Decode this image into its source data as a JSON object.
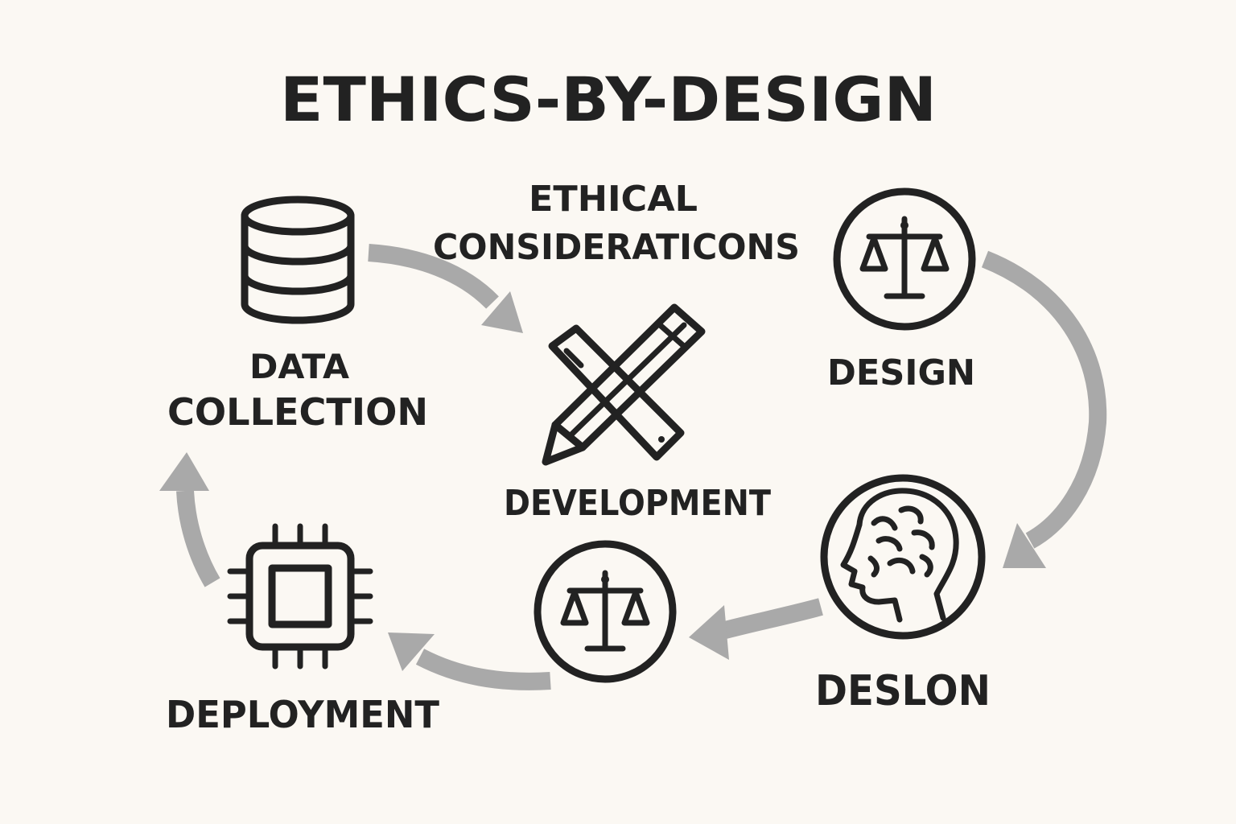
{
  "title": "ETHICS-BY-DESIGN",
  "center_label": {
    "line1": "ETHICAL",
    "line2": "CONSIDERATICONS"
  },
  "nodes": {
    "data_collection": {
      "line1": "DATA",
      "line2": "COLLECTION",
      "icon": "database-icon"
    },
    "development": {
      "label": "DEVELOPMENT",
      "icon": "pencil-ruler-icon"
    },
    "design": {
      "label": "DESIGN",
      "icon": "scales-icon"
    },
    "deslon": {
      "label": "DESLON",
      "icon": "brain-head-icon"
    },
    "scales_bottom": {
      "icon": "scales-icon"
    },
    "deployment": {
      "label": "DEPLOYMENT",
      "icon": "chip-icon"
    }
  },
  "colors": {
    "background": "#fbf8f3",
    "ink": "#222222",
    "arrow": "#a9a9a9"
  }
}
